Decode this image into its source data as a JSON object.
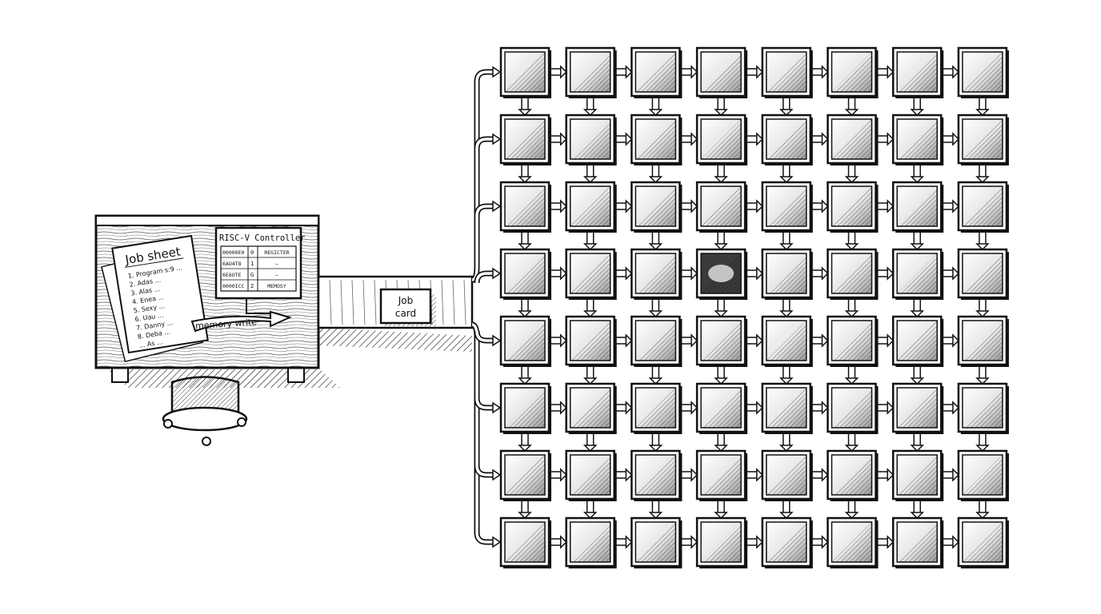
{
  "desk": {
    "job_sheet": {
      "title": "Job sheet",
      "lines": [
        "1. Program s:9 ...",
        "2. Adas ...",
        "3. Alas ...",
        "4. Enea ...",
        "5. Sexy ...",
        "6. Uau ...",
        "7. Danny ...",
        "8. Deba ...",
        "... As ..."
      ]
    },
    "controller": {
      "title": "RISC-V Controller",
      "rows": [
        {
          "addr": "00000E0",
          "idx": "0",
          "reg": "REGICTER"
        },
        {
          "addr": "6AO4T8",
          "idx": "1",
          "reg": "—"
        },
        {
          "addr": "6E6OTE",
          "idx": "G",
          "reg": "—"
        },
        {
          "addr": "0000ICC",
          "idx": "2",
          "reg": "MEMOSY"
        }
      ]
    },
    "memory_write_label": "memory write"
  },
  "job_card": {
    "line1": "Job",
    "line2": "card"
  },
  "grid": {
    "rows": 8,
    "cols": 8,
    "highlight": {
      "row": 3,
      "col": 3
    }
  },
  "colors": {
    "ink": "#111111",
    "paper": "#ffffff",
    "highlight_fill": "#3a3a3a"
  }
}
